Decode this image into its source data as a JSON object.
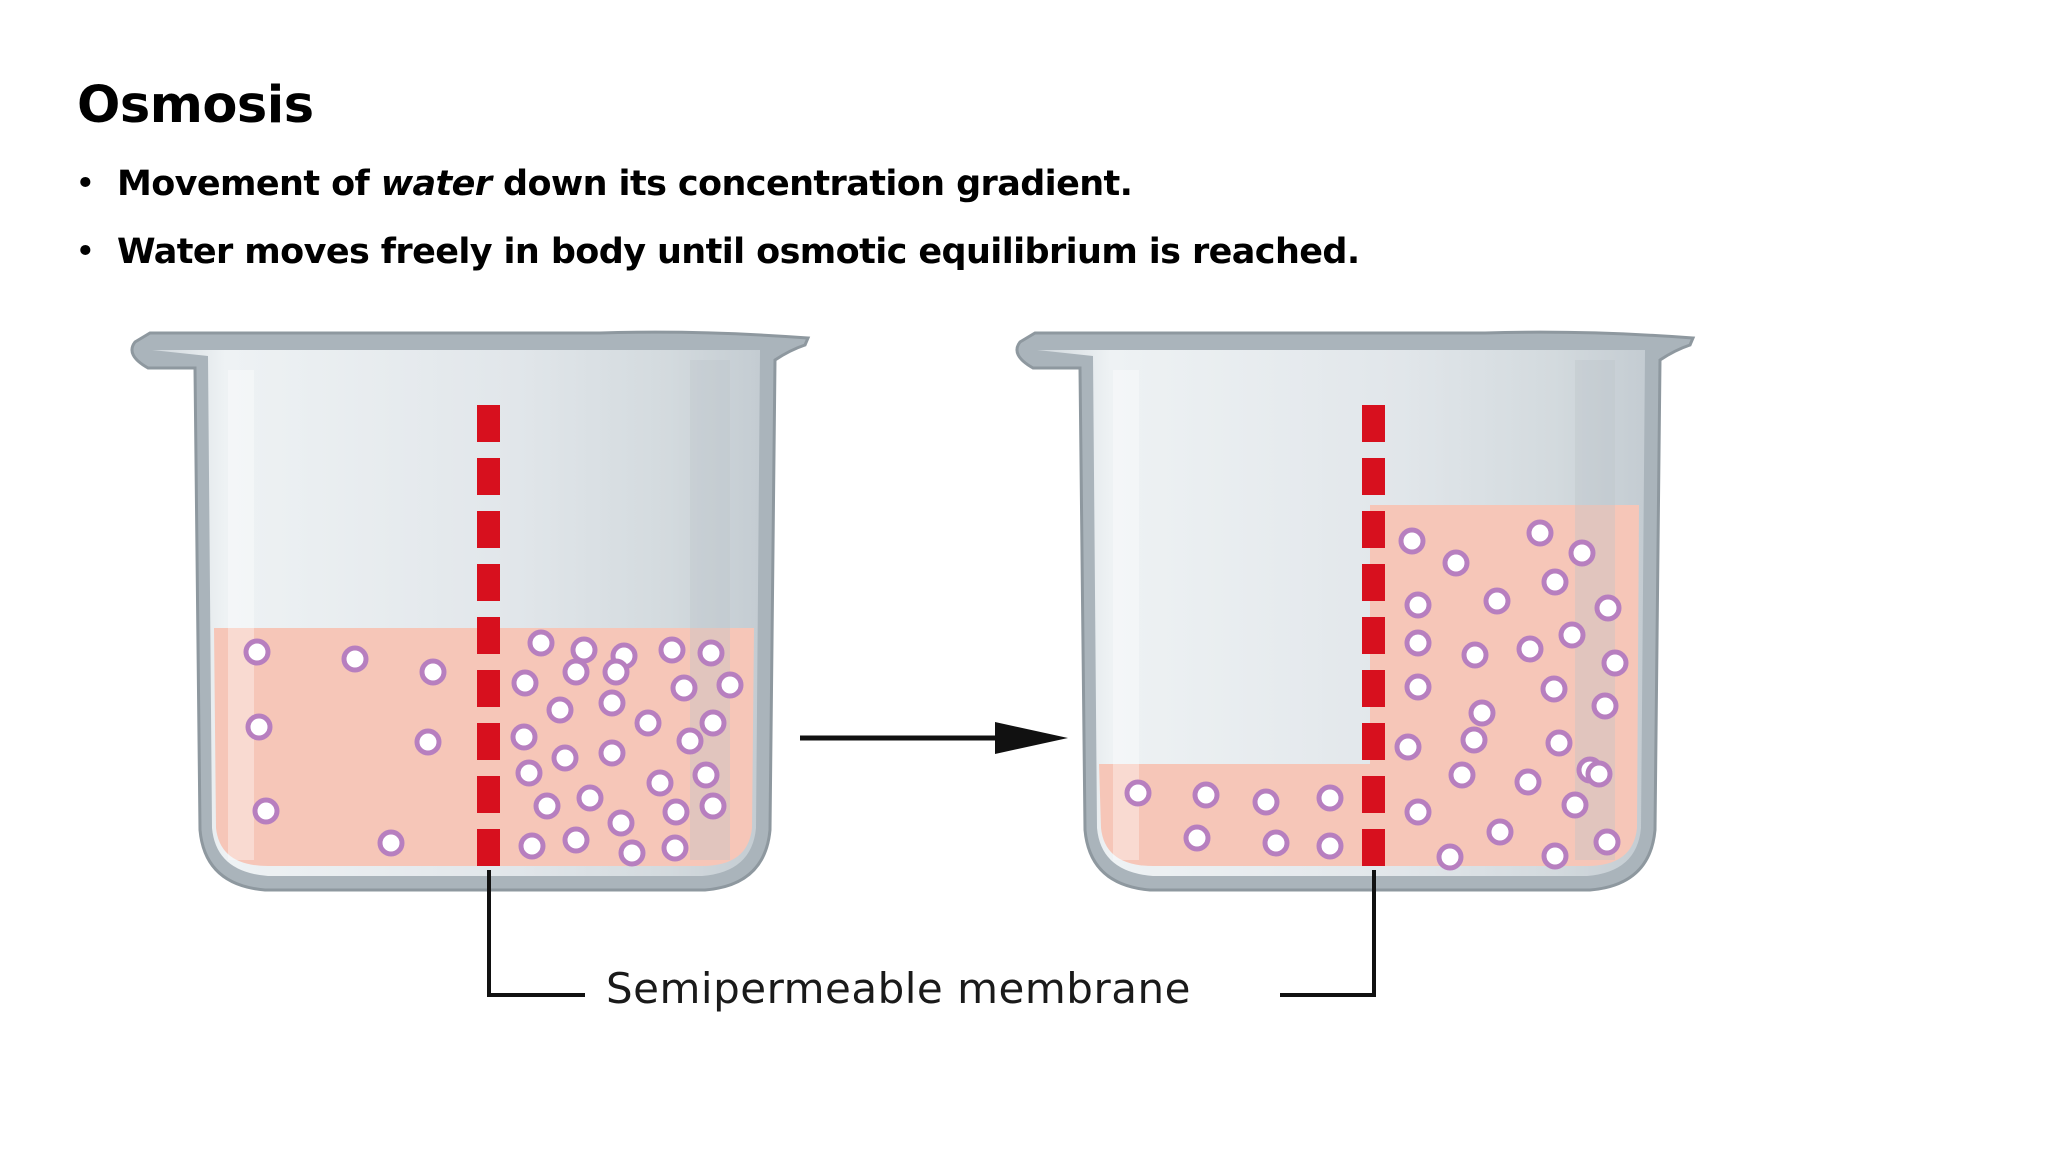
{
  "slide": {
    "title": "Osmosis",
    "bullets": [
      {
        "before": "Movement of ",
        "emphasis": "water",
        "after": " down its concentration gradient."
      },
      {
        "before": "Water moves freely in body until osmotic equilibrium is reached.",
        "emphasis": "",
        "after": ""
      }
    ]
  },
  "diagram": {
    "membrane_label": "Semipermeable membrane",
    "colors": {
      "solution": "#f6c6b8",
      "membrane": "#d7101e",
      "beaker_glass": "#e3e8ec",
      "beaker_outline": "#a9b3ba",
      "solute": "#b77fbf"
    }
  }
}
